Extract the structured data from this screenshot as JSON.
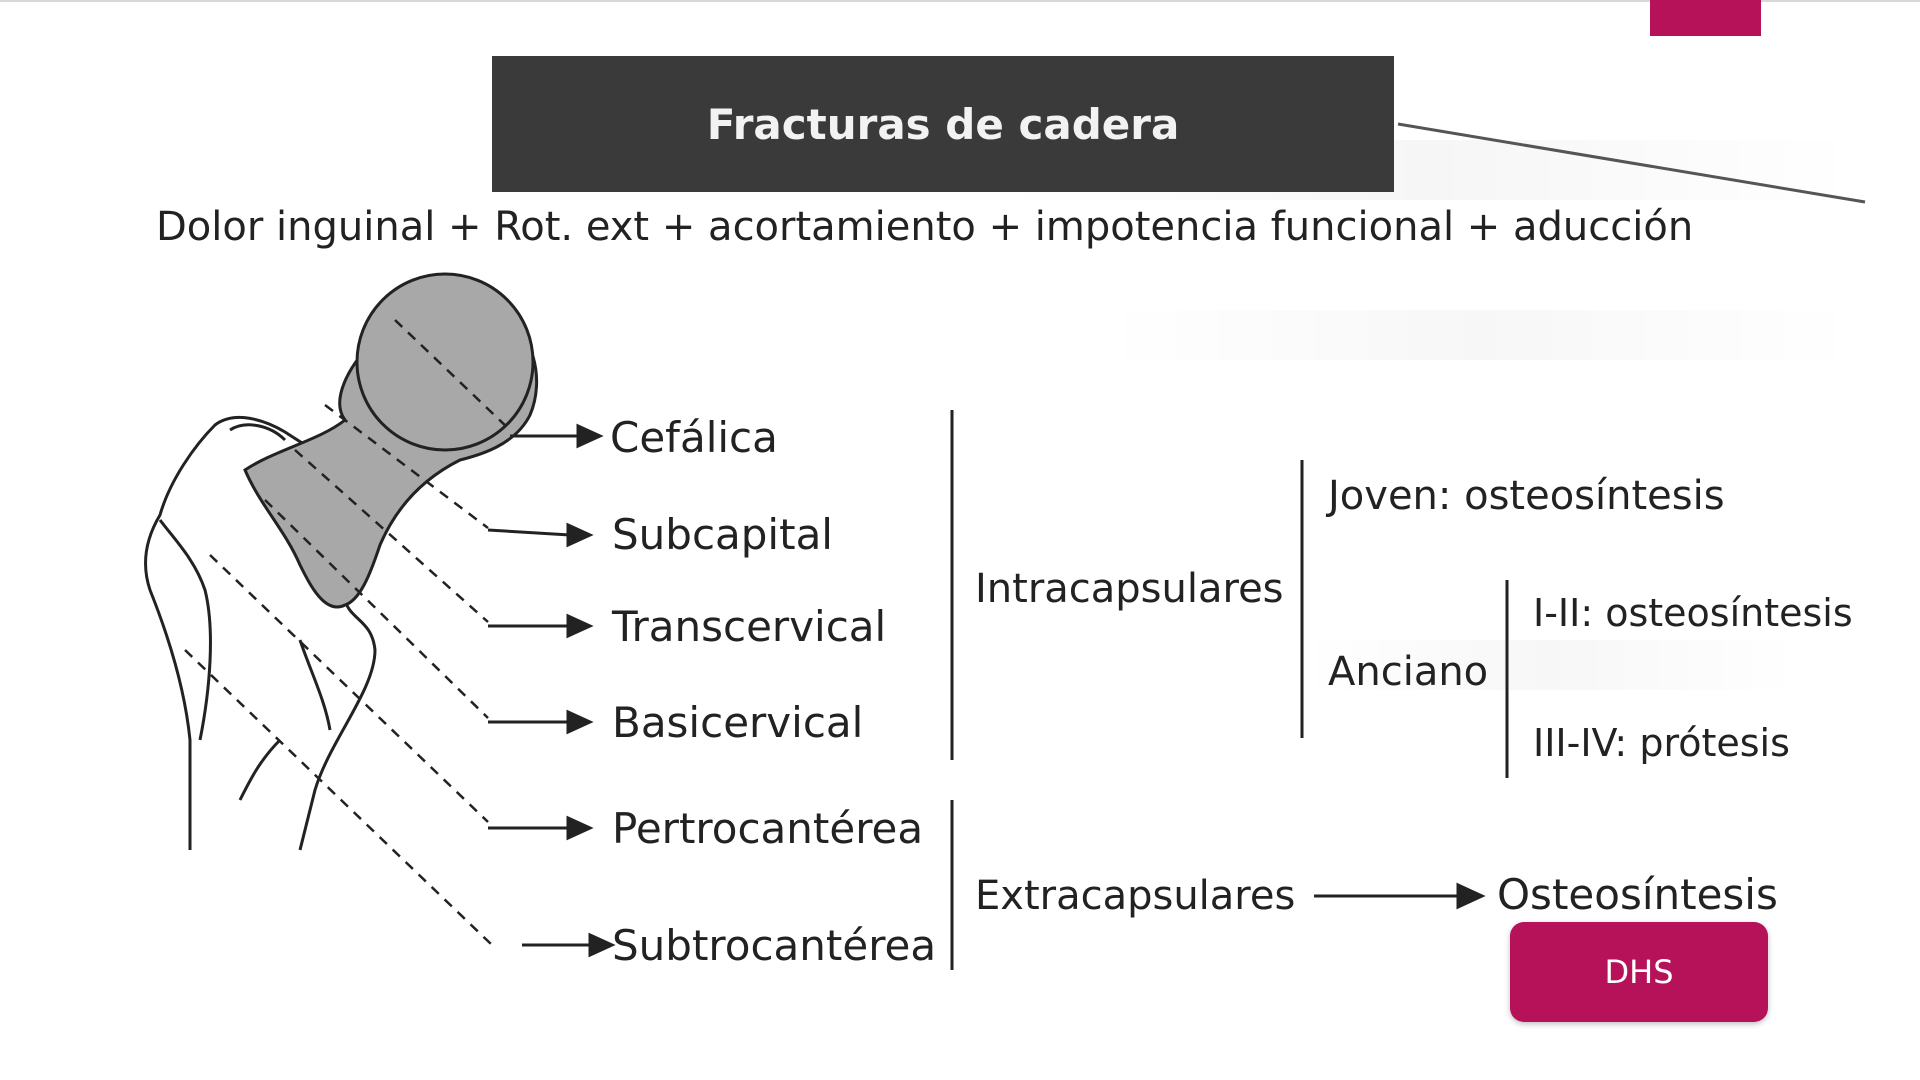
{
  "title": "Fracturas de cadera",
  "subtitle": "Dolor inguinal + Rot. ext + acortamiento + impotencia funcional + aducción",
  "fracture_types": {
    "cefalica": "Cefálica",
    "subcapital": "Subcapital",
    "transcervical": "Transcervical",
    "basicervical": "Basicervical",
    "pertrocanterea": "Pertrocantérea",
    "subtrocanterea": "Subtrocantérea"
  },
  "groups": {
    "intracapsulares": "Intracapsulares",
    "extracapsulares": "Extracapsulares"
  },
  "treatments": {
    "joven": "Joven: osteosíntesis",
    "anciano": "Anciano",
    "grado_1_2": "I-II: osteosíntesis",
    "grado_3_4": "III-IV: prótesis",
    "osteosintesis": "Osteosíntesis"
  },
  "button": {
    "label": "DHS"
  },
  "colors": {
    "accent": "#b5125a",
    "title_bg": "#3a3a3a",
    "femur_head_fill": "#a8a8a8"
  }
}
